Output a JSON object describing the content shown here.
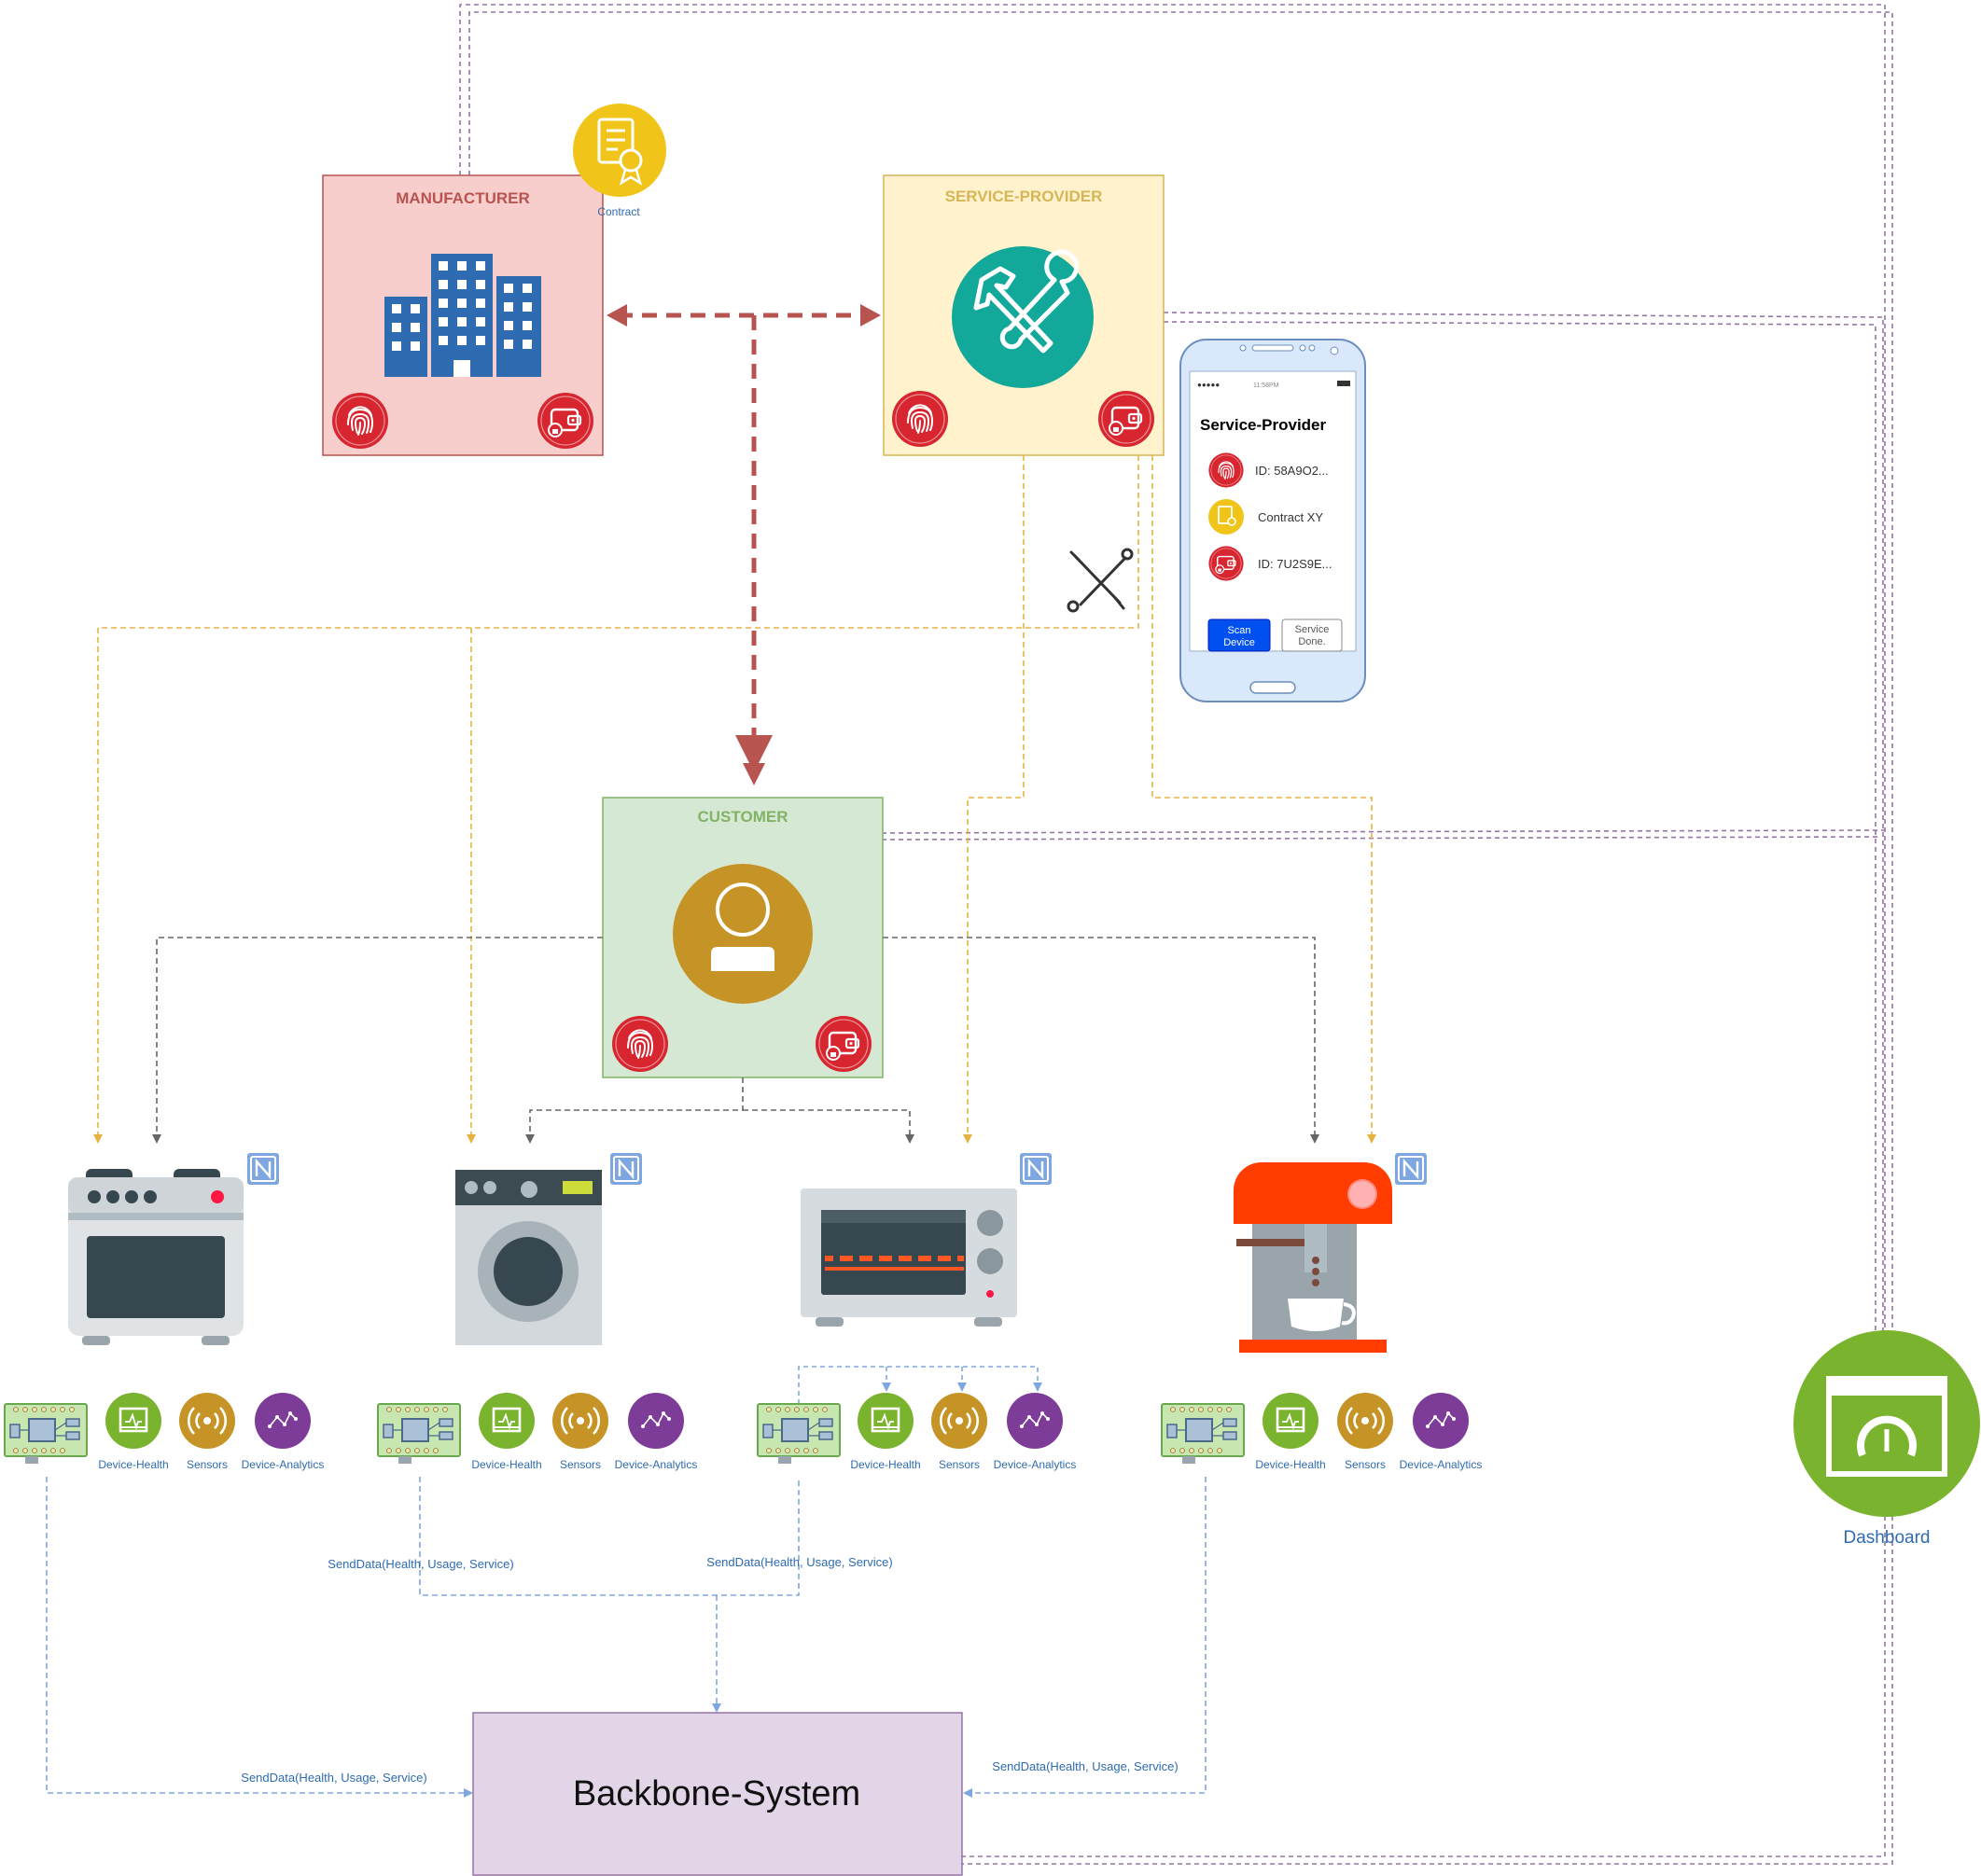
{
  "entities": {
    "manufacturer": {
      "label": "MANUFACTURER",
      "color": "#b85450",
      "fill": "#f8cecc"
    },
    "service_provider": {
      "label": "SERVICE-PROVIDER",
      "color": "#d6b656",
      "fill": "#fff2cc"
    },
    "customer": {
      "label": "CUSTOMER",
      "color": "#82b366",
      "fill": "#d5e8d4"
    },
    "contract": {
      "label": "Contract"
    }
  },
  "phone": {
    "status_time": "11:58PM",
    "title": "Service-Provider",
    "items": [
      {
        "icon": "fingerprint-icon",
        "text": "ID: 58A9O2..."
      },
      {
        "icon": "contract-icon",
        "text": "Contract XY"
      },
      {
        "icon": "wallet-icon",
        "text": "ID: 7U2S9E..."
      }
    ],
    "scan_button": [
      "Scan",
      "Device"
    ],
    "done_button": [
      "Service",
      "Done."
    ]
  },
  "devices": [
    {
      "name": "stove-icon"
    },
    {
      "name": "washing-machine-icon"
    },
    {
      "name": "microwave-icon"
    },
    {
      "name": "coffee-machine-icon"
    }
  ],
  "device_labels": {
    "health": "Device-Health",
    "sensors": "Sensors",
    "analytics": "Device-Analytics"
  },
  "send_data_label": "SendData(Health, Usage, Service)",
  "backbone": {
    "label": "Backbone-System",
    "fill": "#e1d5e7",
    "stroke": "#9673a6"
  },
  "dashboard": {
    "label": "Dashboard",
    "color": "#7ab32e"
  },
  "colors": {
    "red_arrow": "#b85450",
    "orange_dash": "#e6b341",
    "gray_dash": "#666666",
    "blue_dash": "#7ea6e0",
    "purple_dash": "#9673a6",
    "badge_red": "#d7262f"
  }
}
